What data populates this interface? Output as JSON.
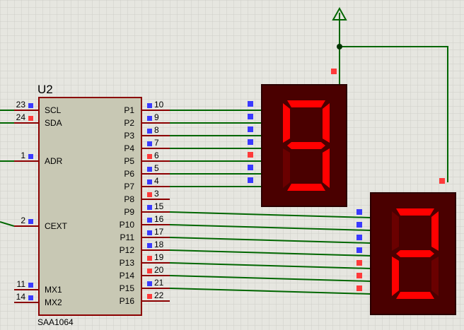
{
  "component": {
    "reference": "U2",
    "part_name": "SAA1064",
    "left_pins": [
      {
        "num": "23",
        "label": "SCL",
        "state": "low"
      },
      {
        "num": "24",
        "label": "SDA",
        "state": "high"
      },
      {
        "num": "1",
        "label": "ADR",
        "state": "low"
      },
      {
        "num": "2",
        "label": "CEXT",
        "state": "low"
      },
      {
        "num": "11",
        "label": "MX1",
        "state": "low"
      },
      {
        "num": "14",
        "label": "MX2",
        "state": "low"
      }
    ],
    "right_pins": [
      {
        "num": "10",
        "label": "P1",
        "state": "low"
      },
      {
        "num": "9",
        "label": "P2",
        "state": "low"
      },
      {
        "num": "8",
        "label": "P3",
        "state": "low"
      },
      {
        "num": "7",
        "label": "P4",
        "state": "low"
      },
      {
        "num": "6",
        "label": "P5",
        "state": "high"
      },
      {
        "num": "5",
        "label": "P6",
        "state": "low"
      },
      {
        "num": "4",
        "label": "P7",
        "state": "low"
      },
      {
        "num": "3",
        "label": "P8",
        "state": "high"
      },
      {
        "num": "15",
        "label": "P9",
        "state": "low"
      },
      {
        "num": "16",
        "label": "P10",
        "state": "low"
      },
      {
        "num": "17",
        "label": "P11",
        "state": "low"
      },
      {
        "num": "18",
        "label": "P12",
        "state": "low"
      },
      {
        "num": "19",
        "label": "P13",
        "state": "high"
      },
      {
        "num": "20",
        "label": "P14",
        "state": "high"
      },
      {
        "num": "21",
        "label": "P15",
        "state": "low"
      },
      {
        "num": "22",
        "label": "P16",
        "state": "high"
      }
    ]
  },
  "displays": [
    {
      "name": "display-1",
      "shown_digit": "9",
      "segment_states": [
        "low",
        "low",
        "low",
        "low",
        "high",
        "low",
        "low"
      ],
      "common_state": "high"
    },
    {
      "name": "display-2",
      "shown_digit": "2",
      "segment_states": [
        "low",
        "low",
        "low",
        "low",
        "high",
        "high",
        "high"
      ],
      "common_state": "high"
    }
  ],
  "colors": {
    "background": "#e6e6e0",
    "grid": "#cfcfc8",
    "wire": "#006600",
    "pin_line": "#8b0000",
    "chip_fill": "#c8c8b4",
    "chip_border": "#8b0000",
    "display_body": "#4a0000",
    "segment_on": "#ff0000",
    "segment_off": "#6a0000",
    "state_low": "#3a3aff",
    "state_high": "#ff3a3a"
  },
  "power_symbol": "power-arrow-icon"
}
